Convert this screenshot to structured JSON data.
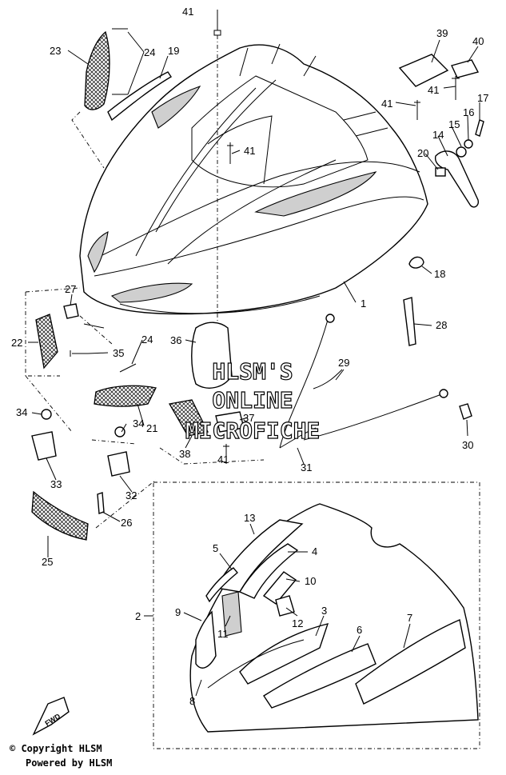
{
  "watermark": {
    "line1": "HLSM'S",
    "line2": "ONLINE",
    "line3": "MICROFICHE"
  },
  "footer": {
    "copyright": "© Copyright HLSM",
    "powered": "Powered by HLSM"
  },
  "fwd_label": "FWD",
  "callouts": [
    "41",
    "23",
    "24",
    "19",
    "39",
    "40",
    "41",
    "17",
    "16",
    "15",
    "14",
    "41",
    "20",
    "41",
    "18",
    "1",
    "27",
    "22",
    "24",
    "35",
    "36",
    "28",
    "29",
    "34",
    "21",
    "34",
    "37",
    "38",
    "41",
    "31",
    "30",
    "33",
    "32",
    "26",
    "25",
    "13",
    "5",
    "4",
    "10",
    "2",
    "9",
    "11",
    "12",
    "3",
    "6",
    "7",
    "8"
  ]
}
